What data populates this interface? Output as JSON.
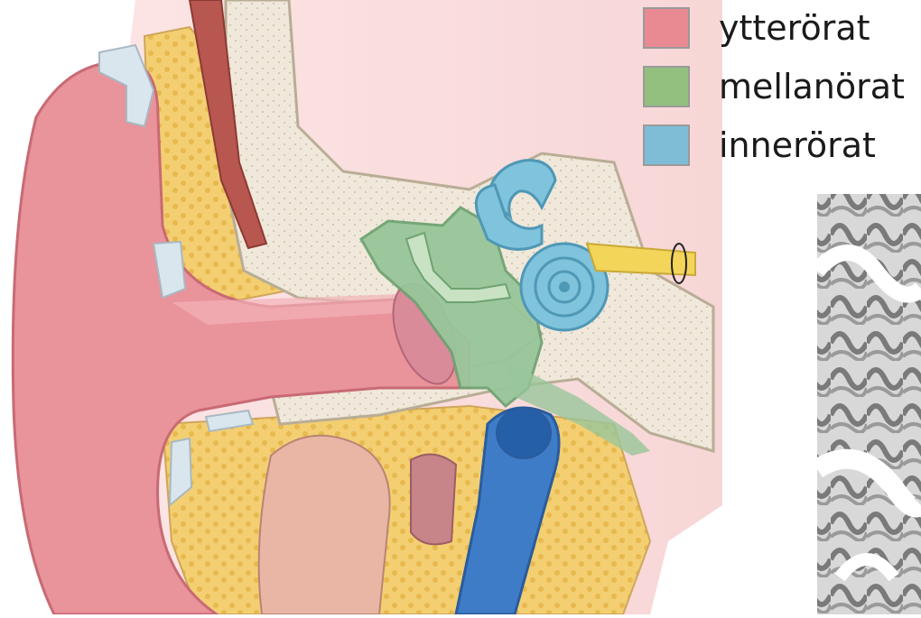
{
  "legend": {
    "items": [
      {
        "label": "ytterörat",
        "color": "#e98a93"
      },
      {
        "label": "mellanörat",
        "color": "#93c07f"
      },
      {
        "label": "innerörat",
        "color": "#7fbdd6"
      }
    ]
  },
  "colors": {
    "outer_ear": "#e9939b",
    "middle_ear": "#98c69a",
    "inner_ear": "#7fc3dc",
    "bone": "#f1eadc",
    "fat": "#f3cf72",
    "blood_vessel": "#3f7cc8"
  }
}
